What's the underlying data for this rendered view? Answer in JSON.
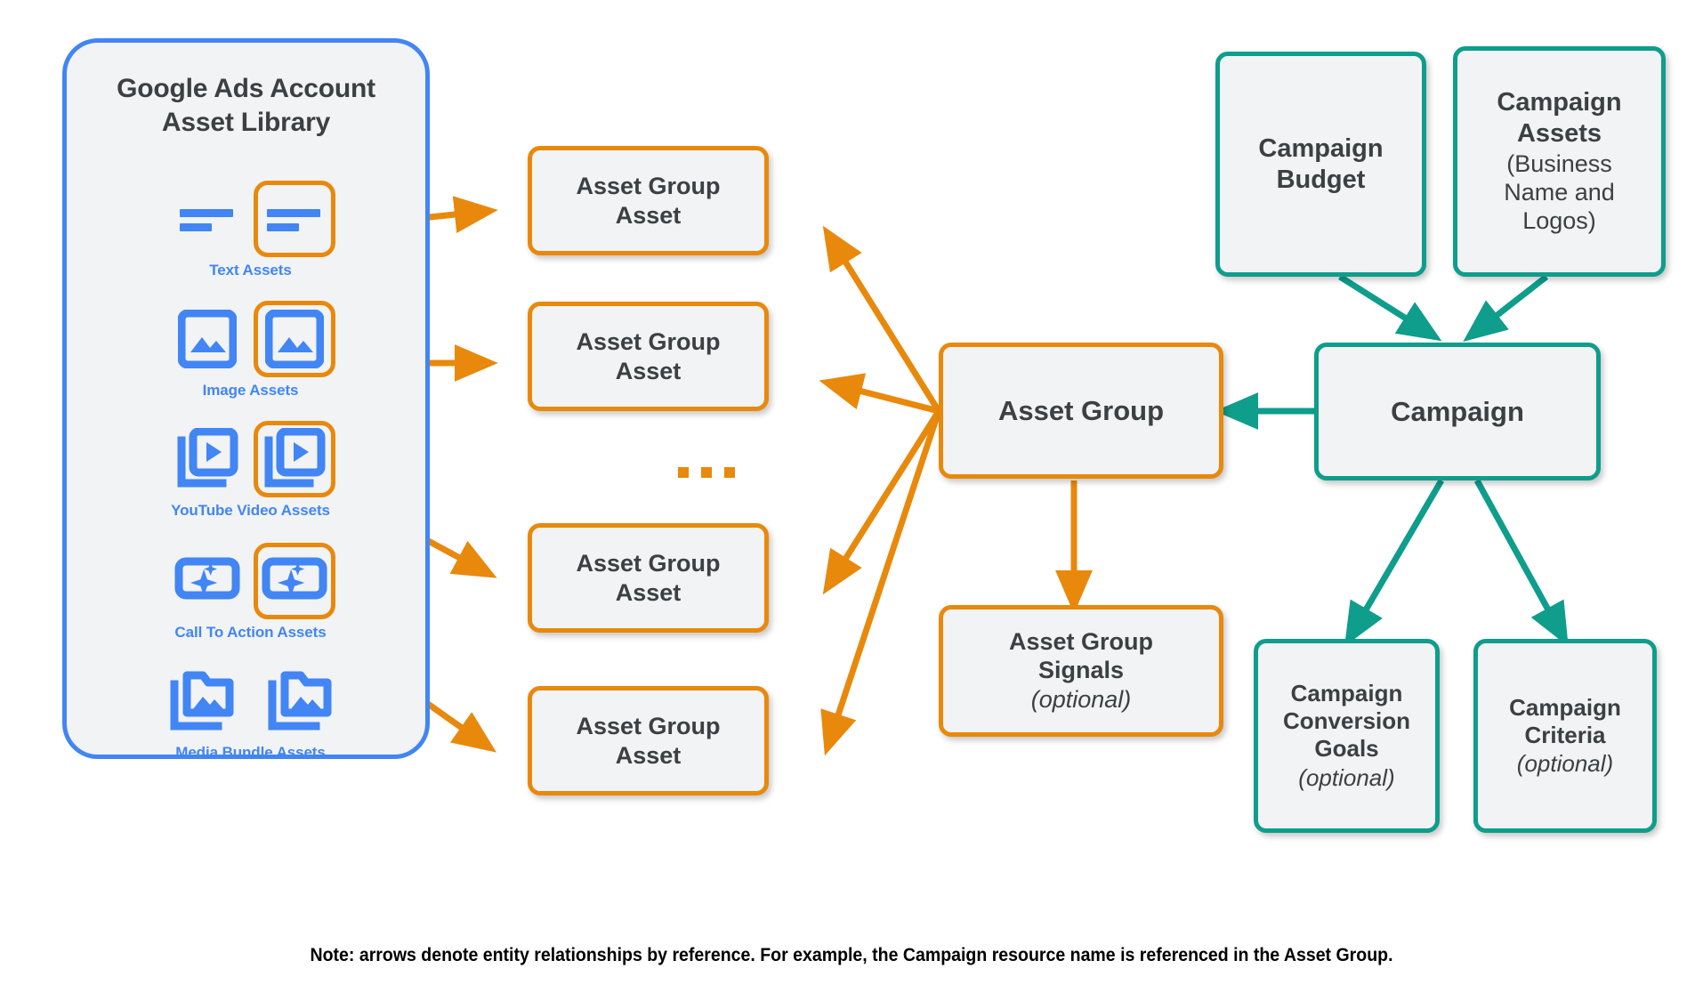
{
  "colors": {
    "blue": "#4285F4",
    "orange": "#E8890C",
    "teal": "#0F9D8C",
    "node_fill": "#F1F3F4",
    "text": "#3C4043"
  },
  "library": {
    "title": "Google Ads Account\nAsset Library",
    "assets": [
      {
        "label": "Text Assets",
        "icon": "text-asset-icon",
        "selected": true
      },
      {
        "label": "Image Assets",
        "icon": "image-asset-icon",
        "selected": true
      },
      {
        "label": "YouTube Video  Assets",
        "icon": "youtube-video-asset-icon",
        "selected": true
      },
      {
        "label": "Call To Action Assets",
        "icon": "call-to-action-asset-icon",
        "selected": true
      },
      {
        "label": "Media Bundle  Assets",
        "icon": "media-bundle-asset-icon",
        "selected": false
      }
    ]
  },
  "asset_group_assets": [
    {
      "label": "Asset Group\nAsset"
    },
    {
      "label": "Asset Group\nAsset"
    },
    {
      "label": "Asset Group\nAsset"
    },
    {
      "label": "Asset Group\nAsset"
    }
  ],
  "ellipsis": "...",
  "nodes": {
    "asset_group": {
      "label": "Asset Group"
    },
    "asset_group_signals": {
      "label": "Asset Group\nSignals",
      "optional": "(optional)"
    },
    "campaign": {
      "label": "Campaign"
    },
    "campaign_budget": {
      "label": "Campaign\nBudget"
    },
    "campaign_assets": {
      "label": "Campaign\nAssets",
      "sub": "(Business\nName and\nLogos)"
    },
    "campaign_conversion_goals": {
      "label": "Campaign\nConversion\nGoals",
      "optional": "(optional)"
    },
    "campaign_criteria": {
      "label": "Campaign\nCriteria",
      "optional": "(optional)"
    }
  },
  "footnote": "Note: arrows denote entity relationships by reference. For example, the Campaign resource name is referenced in the Asset Group."
}
